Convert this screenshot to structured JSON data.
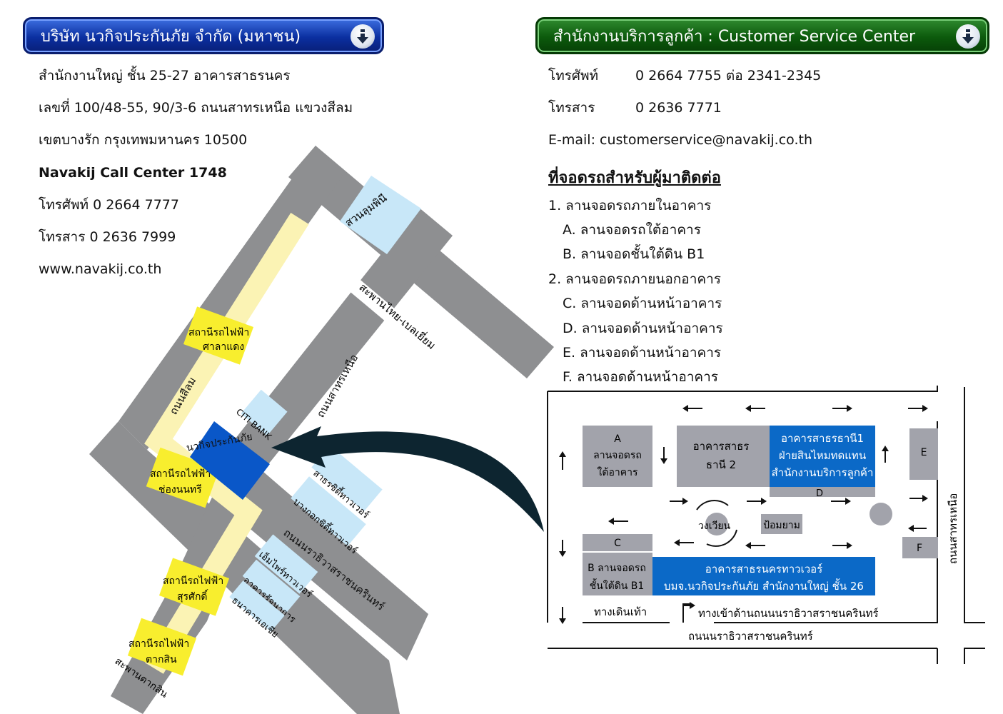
{
  "left_header": {
    "title": "บริษัท นวกิจประกันภัย จำกัด (มหาชน)",
    "icon": "download-arrow-icon"
  },
  "right_header": {
    "title": "สำนักงานบริการลูกค้า : Customer Service Center",
    "icon": "download-arrow-icon"
  },
  "company": {
    "address_line1": "สำนักงานใหญ่ ชั้น 25-27 อาคารสาธรนคร",
    "address_line2": "เลขที่ 100/48-55, 90/3-6 ถนนสาทรเหนือ แขวงสีลม",
    "address_line3": "เขตบางรัก กรุงเทพมหานคร 10500",
    "call_center": "Navakij Call Center 1748",
    "phone": "โทรศัพท์ 0 2664 7777",
    "fax": "โทรสาร 0 2636 7999",
    "website": "www.navakij.co.th"
  },
  "service": {
    "phone_label": "โทรศัพท์",
    "phone_value": "0 2664 7755 ต่อ 2341-2345",
    "fax_label": "โทรสาร",
    "fax_value": "0 2636 7771",
    "email": "E-mail: customerservice@navakij.co.th"
  },
  "parking": {
    "title": "ที่จอดรถสำหรับผู้มาติดต่อ",
    "items": [
      "1. ลานจอดรถภายในอาคาร",
      "A. ลานจอดรถใต้อาคาร",
      "B. ลานจอดชั้นใต้ดิน B1",
      "2. ลานจอดรถภายนอกอาคาร",
      "C. ลานจอดด้านหน้าอาคาร",
      "D. ลานจอดด้านหน้าอาคาร",
      "E. ลานจอดด้านหน้าอาคาร",
      "F. ลานจอดด้านหน้าอาคาร"
    ]
  },
  "map": {
    "park": "สวนลุมพินี",
    "road_bridge": "สะพานไทย-เบลเยี่ยม",
    "road_silom": "ถนนสีลม",
    "road_sathorn_north": "ถนนสาทรเหนือ",
    "road_narathiwas": "ถนนนราธิวาสราชนครินทร์",
    "station_saladaeng_1": "สถานีรถไฟฟ้า",
    "station_saladaeng_2": "ศาลาแดง",
    "station_chongnonsi_1": "สถานีรถไฟฟ้า",
    "station_chongnonsi_2": "ช่องนนทรี",
    "station_surasak_1": "สถานีรถไฟฟ้า",
    "station_surasak_2": "สุรศักดิ์",
    "station_taksin_1": "สถานีรถไฟฟ้า",
    "station_taksin_2": "ตากสิน",
    "taksin_bridge": "สะพานตากสิน",
    "citibank": "CITI BANK",
    "navakij": "นวกิจประกันภัย",
    "sathorn_city_tower": "สาธรซิตี้ทาวเวอร์",
    "bangkok_city_tower": "บางกอกซิตี้ทาวเวอร์",
    "empire_tower": "เอ็มไพร์ทาวเวอร์",
    "ratchana_building": "อาคารรัจนาการ",
    "asia_bank": "ธนาคารเอเชีย"
  },
  "plan": {
    "a_1": "A",
    "a_2": "ลานจอดรถ",
    "a_3": "ใต้อาคาร",
    "st2_1": "อาคารสาธร",
    "st2_2": "ธานี 2",
    "st1_1": "อาคารสาธรธานี1",
    "st1_2": "ฝ่ายสินไหมทดแทน",
    "st1_3": "สำนักงานบริการลูกค้า",
    "d": "D",
    "e": "E",
    "f": "F",
    "c": "C",
    "b_1": "B ลานจอดรถ",
    "b_2": "ชั้นใต้ดิน B1",
    "roundabout": "วงเวียน",
    "guard": "ป้อมยาม",
    "snt_1": "อาคารสาธรนครทาวเวอร์",
    "snt_2": "บมจ.นวกิจประกันภัย สำนักงานใหญ่ ชั้น 26",
    "walkway": "ทางเดินเท้า",
    "entrance": "ทางเข้าด้านถนนนราธิวาสราชนครินทร์",
    "narathiwas_road": "ถนนนราธิวาสราชนครินทร์",
    "sathorn_north_road": "ถนนสาทรเหนือ"
  },
  "colors": {
    "road": "#8e8f91",
    "bts": "#fbf3b4",
    "station": "#f8ee2e",
    "building": "#c8e7f8",
    "navakij": "#0a57c8",
    "plan_grey": "#a2a3ab",
    "plan_blue": "#0b69c7",
    "arrow": "#0d2530"
  }
}
